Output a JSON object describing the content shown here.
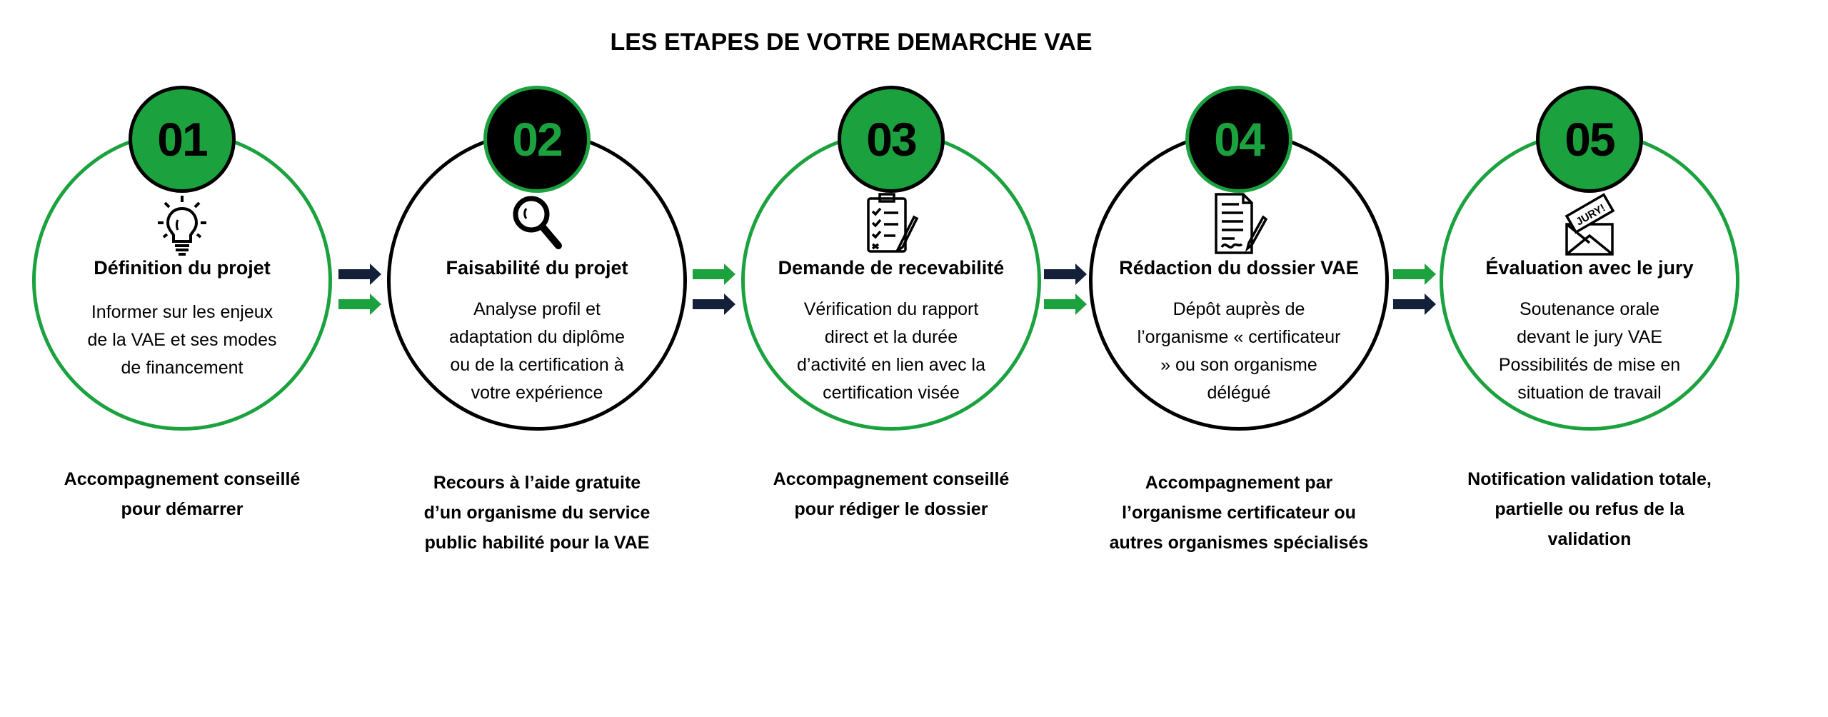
{
  "title": "LES ETAPES DE VOTRE DEMARCHE VAE",
  "colors": {
    "green": "#1ba23e",
    "black": "#000000",
    "navy": "#14203a"
  },
  "steps": [
    {
      "number": "01",
      "icon": "lightbulb-icon",
      "heading": "Définition du projet",
      "lines": [
        "Informer sur les enjeux",
        "de la VAE et ses modes",
        "de financement"
      ],
      "note": [
        "Accompagnement conseillé",
        "pour démarrer"
      ]
    },
    {
      "number": "02",
      "icon": "magnifier-icon",
      "heading": "Faisabilité du projet",
      "lines": [
        "Analyse profil et",
        "adaptation du diplôme",
        "ou de la certification à",
        "votre expérience"
      ],
      "note": [
        "Recours à l’aide gratuite",
        "d’un organisme du service",
        "public habilité pour la VAE"
      ]
    },
    {
      "number": "03",
      "icon": "checklist-icon",
      "heading": "Demande de recevabilité",
      "lines": [
        "Vérification du rapport",
        "direct et la durée",
        "d’activité en lien avec la",
        "certification visée"
      ],
      "note": [
        "Accompagnement conseillé",
        "pour rédiger le dossier"
      ]
    },
    {
      "number": "04",
      "icon": "document-pen-icon",
      "heading": "Rédaction du dossier VAE",
      "lines": [
        "Dépôt auprès de",
        "l’organisme « certificateur",
        "» ou son organisme",
        "délégué"
      ],
      "note": [
        "Accompagnement par",
        "l’organisme certificateur ou",
        "autres organismes spécialisés"
      ]
    },
    {
      "number": "05",
      "icon": "jury-envelope-icon",
      "heading": "Évaluation avec le jury",
      "lines": [
        "Soutenance orale",
        "devant le jury VAE",
        "Possibilités de mise en",
        "situation de travail"
      ],
      "note": [
        "Notification validation totale,",
        "partielle ou refus de la",
        "validation"
      ]
    }
  ]
}
